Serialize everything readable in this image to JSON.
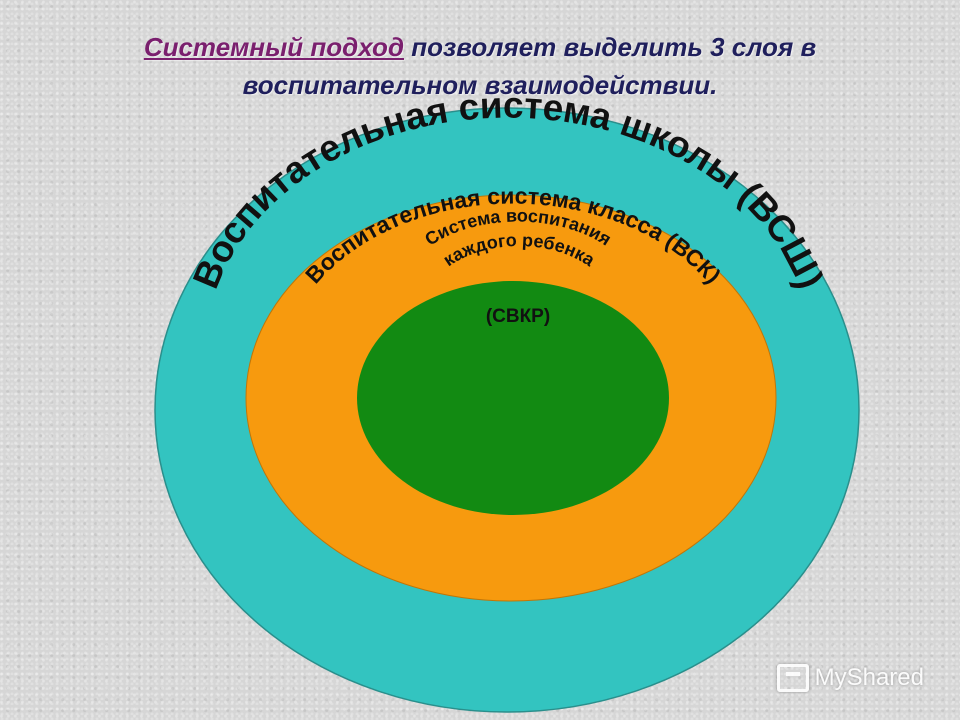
{
  "title": {
    "highlight": "Системный подход",
    "rest": " позволяет выделить 3 слоя в воспитательном взаимодействии."
  },
  "diagram": {
    "outer": {
      "label": "Воспитательная система школы (ВСШ)",
      "color": "#33c4c0"
    },
    "middle": {
      "label": "Воспитательная система класса (ВСК)",
      "color": "#f79a0e"
    },
    "inner": {
      "label_line1": "Система воспитания",
      "label_line2": "каждого ребенка",
      "label_line3": "(СВКР)",
      "color": "#128a12"
    }
  },
  "watermark": {
    "text": "MyShared",
    "icon": "presentation-icon"
  }
}
